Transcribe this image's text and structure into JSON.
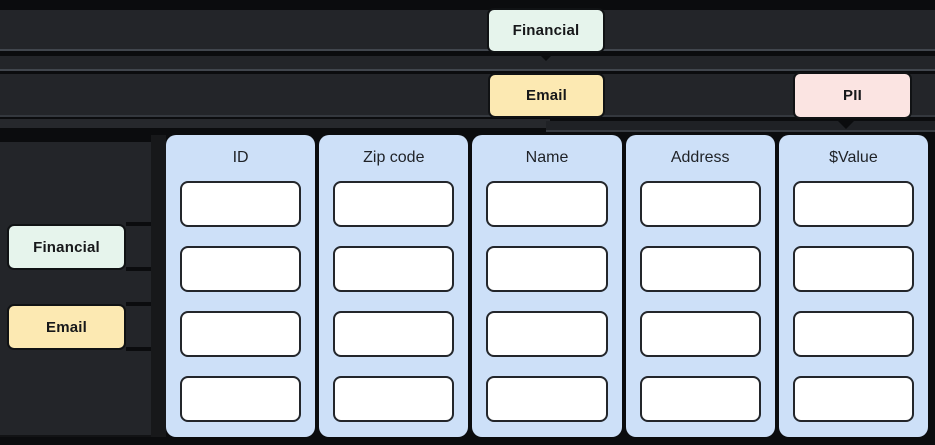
{
  "tags": {
    "financial_top": "Financial",
    "email_top": "Email",
    "pii_top": "PII",
    "financial_side": "Financial",
    "email_side": "Email"
  },
  "table": {
    "columns": [
      {
        "header": "ID"
      },
      {
        "header": "Zip code"
      },
      {
        "header": "Name"
      },
      {
        "header": "Address"
      },
      {
        "header": "$Value"
      }
    ],
    "rows_per_column": 4
  },
  "colors": {
    "background": "#0b0c0e",
    "band": "#232529",
    "band_edge": "#41464d",
    "panel": "#232529",
    "column_bg": "#cde0f8",
    "cell_bg": "#ffffff",
    "cell_border": "#23262b",
    "tag_financial_bg": "#e6f4ec",
    "tag_email_bg": "#fce9b2",
    "tag_pii_bg": "#fbe4e2",
    "tag_text": "#17181a",
    "header_text": "#1f2227"
  }
}
